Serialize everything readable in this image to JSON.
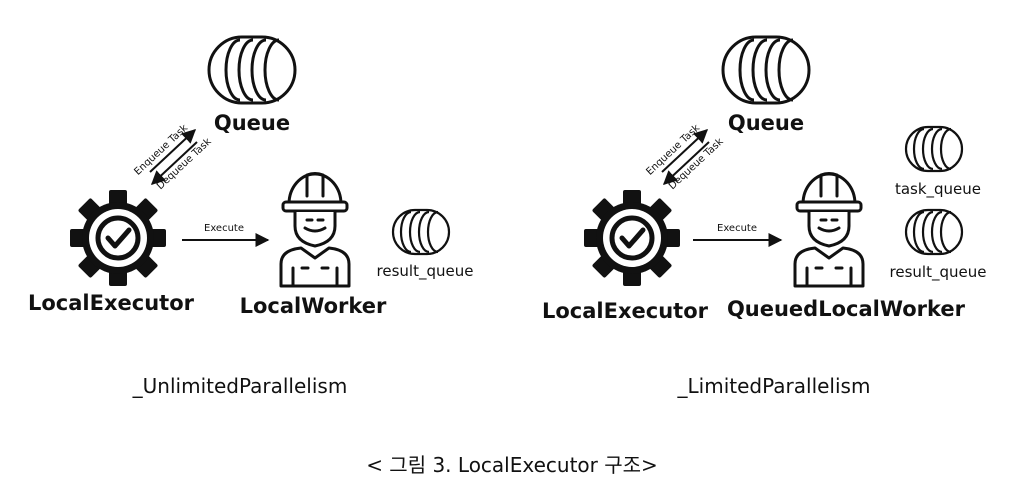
{
  "left": {
    "queue_label": "Queue",
    "enqueue_label": "Enqueue Task",
    "dequeue_label": "Dequeue Task",
    "executor_label": "LocalExecutor",
    "execute_label": "Execute",
    "worker_label": "LocalWorker",
    "result_queue_label": "result_queue",
    "caption": "_UnlimitedParallelism"
  },
  "right": {
    "queue_label": "Queue",
    "enqueue_label": "Enqueue Task",
    "dequeue_label": "Dequeue Task",
    "executor_label": "LocalExecutor",
    "execute_label": "Execute",
    "worker_label": "QueuedLocalWorker",
    "task_queue_label": "task_queue",
    "result_queue_label": "result_queue",
    "caption": "_LimitedParallelism"
  },
  "figure_caption": "< 그림 3. LocalExecutor 구조>",
  "colors": {
    "ink": "#111111",
    "background": "#ffffff"
  }
}
